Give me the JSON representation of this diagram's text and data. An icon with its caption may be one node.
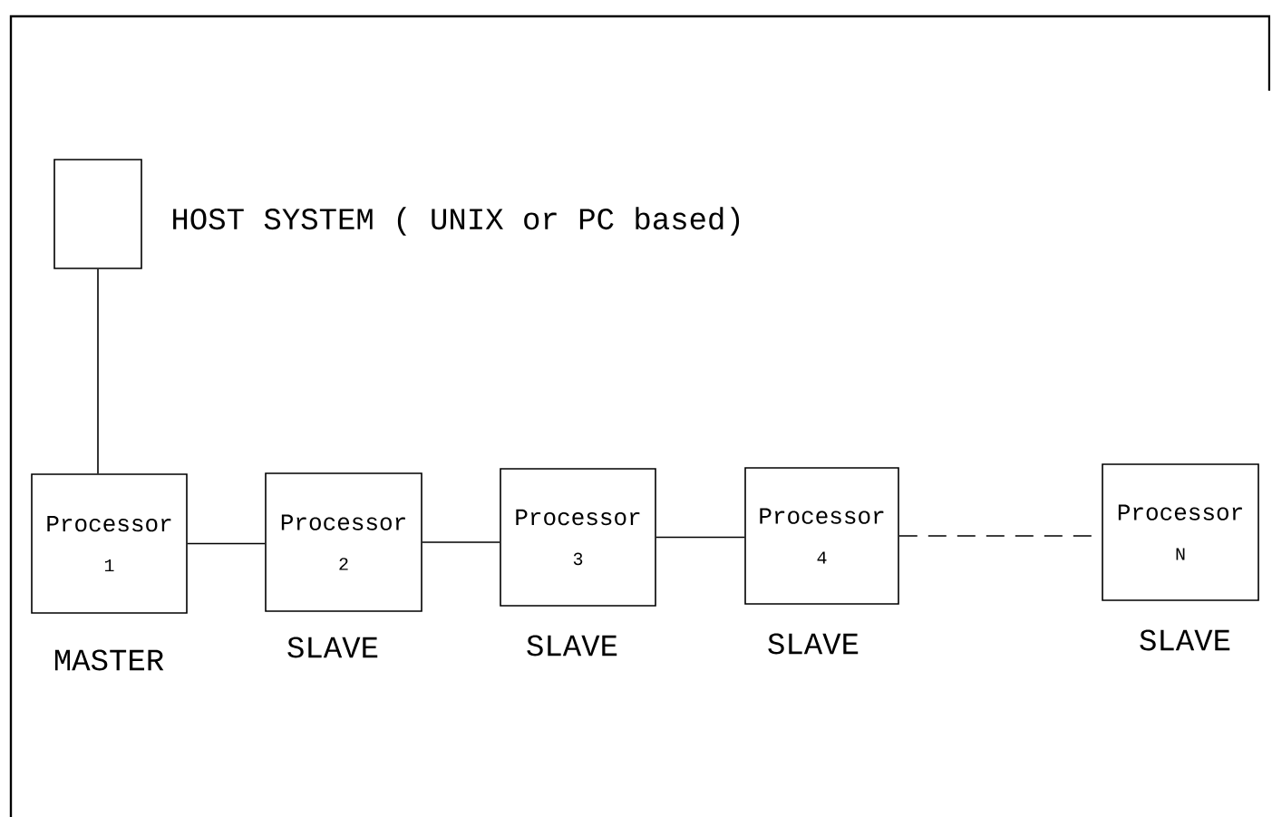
{
  "diagram": {
    "nodes": [
      {
        "text": [],
        "shape": "box",
        "beside": [
          "HOST SYSTEM ( UNIX or PC based)"
        ]
      },
      {
        "text": [
          "Processor",
          "1"
        ],
        "beside": [
          "MASTER"
        ]
      },
      {
        "text": [
          "Processor",
          "2"
        ],
        "beside": [
          "SLAVE"
        ]
      },
      {
        "text": [
          "Processor",
          "3"
        ],
        "beside": [
          "SLAVE"
        ]
      },
      {
        "text": [
          "Processor",
          "4"
        ],
        "beside": [
          "SLAVE"
        ]
      },
      {
        "text": [
          "Processor",
          "N"
        ],
        "beside": [
          "SLAVE"
        ]
      }
    ],
    "edges": [
      {
        "from": 0,
        "to": 1,
        "arrow": "none"
      },
      {
        "from": 1,
        "to": 2,
        "arrow": "none"
      },
      {
        "from": 2,
        "to": 3,
        "arrow": "none"
      },
      {
        "from": 3,
        "to": 4,
        "arrow": "none"
      },
      {
        "from": 4,
        "to": 5,
        "arrow": "none",
        "style": "dashed"
      }
    ]
  }
}
